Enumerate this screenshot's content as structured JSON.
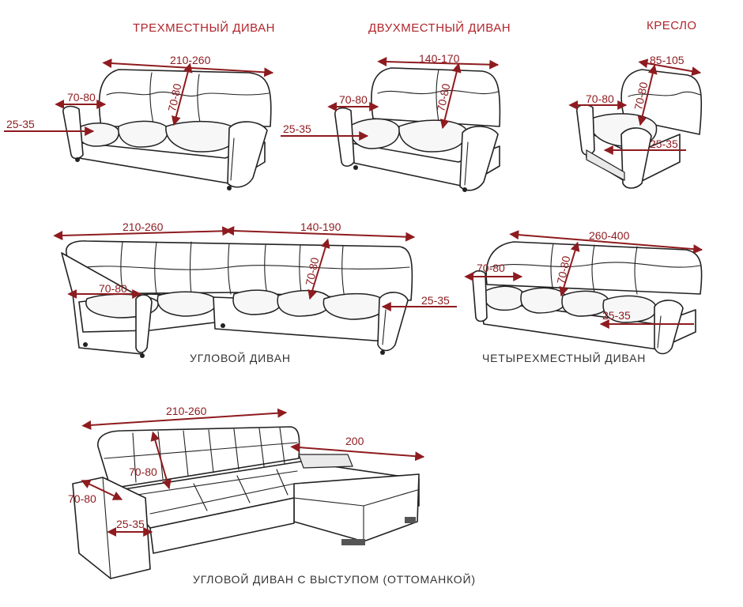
{
  "accent_color": "#b0252b",
  "dimension_color": "#8e1b1f",
  "titles": {
    "three_seat": "ТРЕХМЕСТНЫЙ ДИВАН",
    "two_seat": "ДВУХМЕСТНЫЙ ДИВАН",
    "armchair": "КРЕСЛО"
  },
  "captions": {
    "corner": "УГЛОВОЙ ДИВАН",
    "four_seat": "ЧЕТЫРЕХМЕСТНЫЙ ДИВАН",
    "ottoman": "УГЛОВОЙ ДИВАН С ВЫСТУПОМ (ОТТОМАНКОЙ)"
  },
  "dimensions": {
    "three_seat": {
      "width": "210-260",
      "depth": "70-80",
      "height": "70-80",
      "arm": "25-35"
    },
    "two_seat": {
      "width": "140-170",
      "depth": "70-80",
      "height": "70-80",
      "arm": "25-35"
    },
    "armchair": {
      "width": "85-105",
      "depth": "70-80",
      "height": "70-80",
      "arm": "25-35"
    },
    "corner": {
      "width_left": "210-260",
      "width_right": "140-190",
      "depth": "70-80",
      "height": "70-80",
      "arm": "25-35"
    },
    "four_seat": {
      "width": "260-400",
      "depth": "70-80",
      "height": "70-80",
      "arm": "25-35"
    },
    "ottoman": {
      "width": "210-260",
      "extension": "200",
      "height": "70-80",
      "depth": "70-80",
      "arm": "25-35"
    }
  }
}
